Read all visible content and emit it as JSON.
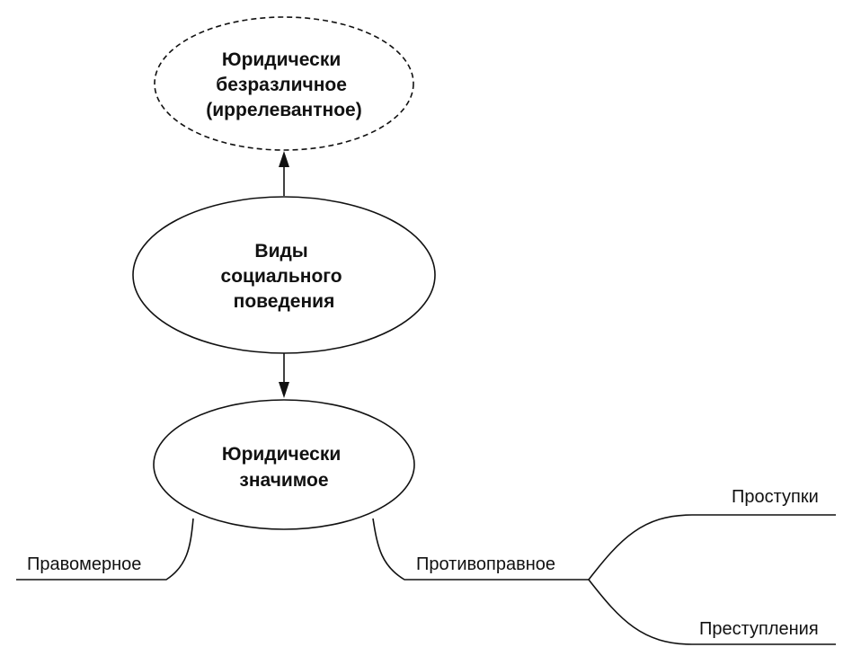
{
  "diagram": {
    "irrelevant_node": {
      "lines": [
        "Юридически",
        "безразличное",
        "(иррелевантное)"
      ]
    },
    "center_node": {
      "lines": [
        "Виды",
        "социального",
        "поведения"
      ]
    },
    "significant_node": {
      "lines": [
        "Юридически",
        "значимое"
      ]
    },
    "branches": {
      "lawful": "Правомерное",
      "unlawful": "Противоправное",
      "misdemeanors": "Проступки",
      "crimes": "Преступления"
    },
    "colors": {
      "ink": "#111111",
      "background": "#ffffff"
    }
  }
}
